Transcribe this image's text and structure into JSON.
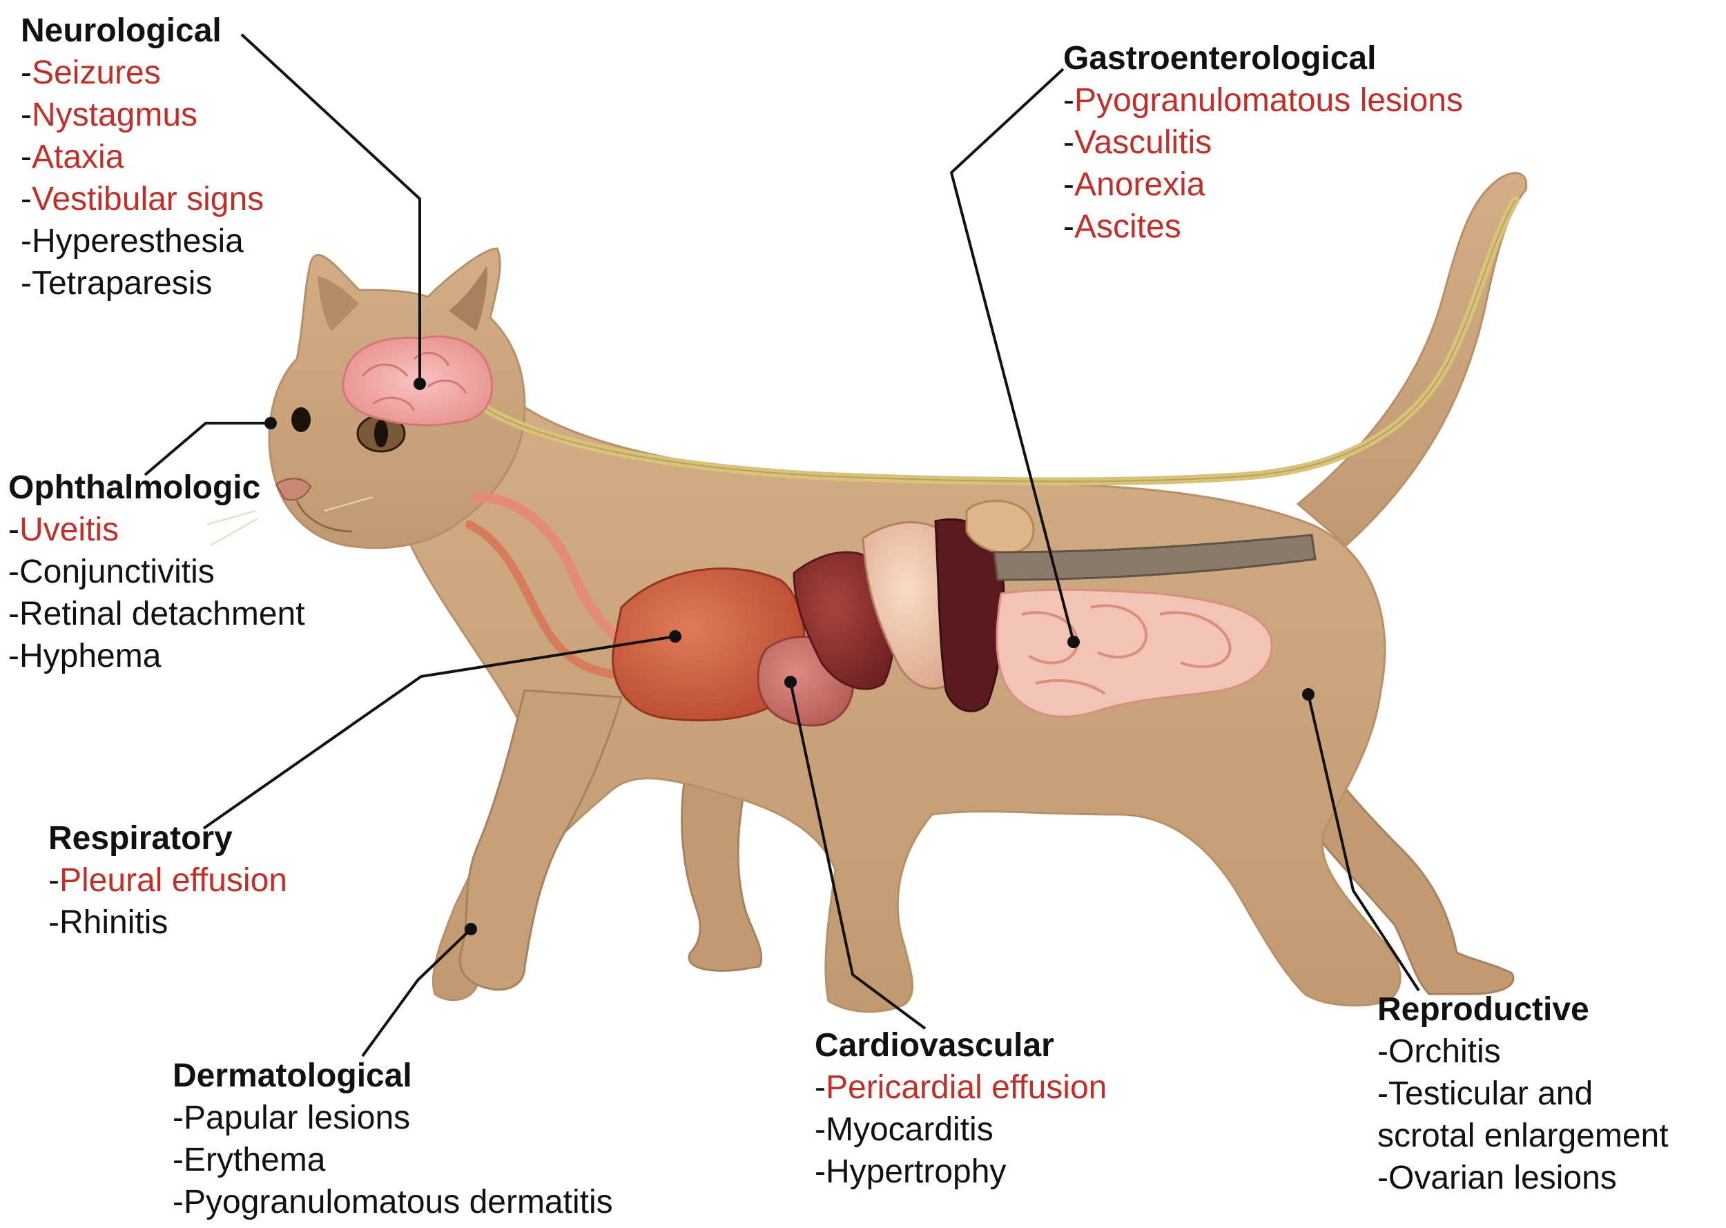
{
  "palette": {
    "highlight_text": "#c0302b",
    "normal_text": "#111111",
    "cat_body": "#c9a27a",
    "cat_shadow": "#a8835e",
    "organ_red": "#c85b3e",
    "organ_dark": "#5a1a1e",
    "intestine_pink": "#f3c3b5",
    "nerve_yellow": "#d8c27a",
    "brain_pink": "#f1a9a6"
  },
  "groups": [
    {
      "key": "neurological",
      "title": "Neurological",
      "items": [
        {
          "text": "Seizures",
          "highlight": true
        },
        {
          "text": "Nystagmus",
          "highlight": true
        },
        {
          "text": "Ataxia",
          "highlight": true
        },
        {
          "text": "Vestibular signs",
          "highlight": true
        },
        {
          "text": "Hyperesthesia",
          "highlight": false
        },
        {
          "text": "Tetraparesis",
          "highlight": false
        }
      ]
    },
    {
      "key": "gastroenterological",
      "title": "Gastroenterological",
      "items": [
        {
          "text": "Pyogranulomatous lesions",
          "highlight": true
        },
        {
          "text": "Vasculitis",
          "highlight": true
        },
        {
          "text": "Anorexia",
          "highlight": true
        },
        {
          "text": "Ascites",
          "highlight": true
        }
      ]
    },
    {
      "key": "ophthalmologic",
      "title": "Ophthalmologic",
      "items": [
        {
          "text": "Uveitis",
          "highlight": true
        },
        {
          "text": "Conjunctivitis",
          "highlight": false
        },
        {
          "text": "Retinal detachment",
          "highlight": false
        },
        {
          "text": "Hyphema",
          "highlight": false
        }
      ]
    },
    {
      "key": "respiratory",
      "title": "Respiratory",
      "items": [
        {
          "text": "Pleural effusion",
          "highlight": true
        },
        {
          "text": "Rhinitis",
          "highlight": false
        }
      ]
    },
    {
      "key": "dermatological",
      "title": "Dermatological",
      "items": [
        {
          "text": "Papular lesions",
          "highlight": false
        },
        {
          "text": "Erythema",
          "highlight": false
        },
        {
          "text": "Pyogranulomatous dermatitis",
          "highlight": false
        }
      ]
    },
    {
      "key": "cardiovascular",
      "title": "Cardiovascular",
      "items": [
        {
          "text": "Pericardial effusion",
          "highlight": true
        },
        {
          "text": "Myocarditis",
          "highlight": false
        },
        {
          "text": "Hypertrophy",
          "highlight": false
        }
      ]
    },
    {
      "key": "reproductive",
      "title": "Reproductive",
      "items": [
        {
          "text": "Orchitis",
          "highlight": false
        },
        {
          "text": "Testicular and",
          "highlight": false,
          "continues": true
        },
        {
          "text": "scrotal enlargement",
          "highlight": false,
          "continuation": true
        },
        {
          "text": "Ovarian lesions",
          "highlight": false
        }
      ]
    }
  ]
}
